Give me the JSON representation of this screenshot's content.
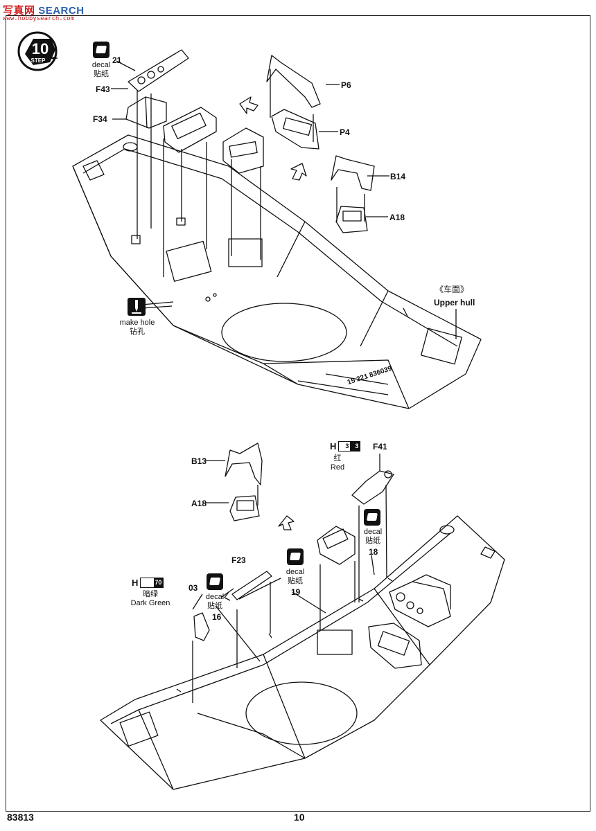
{
  "watermark": {
    "brand_a": "写真网",
    "brand_b": "SEARCH",
    "url": "www.hobbysearch.com"
  },
  "page": {
    "step_number": "10",
    "step_word": "STEP",
    "kit_number": "83813",
    "page_number": "10"
  },
  "upper": {
    "decal_label_en": "decal",
    "decal_label_cn": "贴纸",
    "decal_no": "21",
    "parts": [
      "F43",
      "F34",
      "P6",
      "P4",
      "B14",
      "A18"
    ],
    "make_hole_en": "make hole",
    "make_hole_cn": "钻孔",
    "hull_cn": "《车面》",
    "hull_en": "Upper hull"
  },
  "lower": {
    "parts": [
      "B13",
      "A18",
      "F41",
      "F23",
      "03"
    ],
    "paint_red": {
      "prefix": "H",
      "code_a": "3",
      "code_b": "3",
      "cn": "红",
      "en": "Red"
    },
    "paint_green": {
      "prefix": "H",
      "code": "70",
      "cn": "暗绿",
      "en": "Dark Green"
    },
    "decals": [
      {
        "en": "decal",
        "cn": "贴纸",
        "no": "18"
      },
      {
        "en": "decal",
        "cn": "贴纸",
        "no": "19"
      },
      {
        "en": "decal",
        "cn": "贴纸",
        "no": "16"
      }
    ]
  },
  "hull_marking": "15 221 836039"
}
